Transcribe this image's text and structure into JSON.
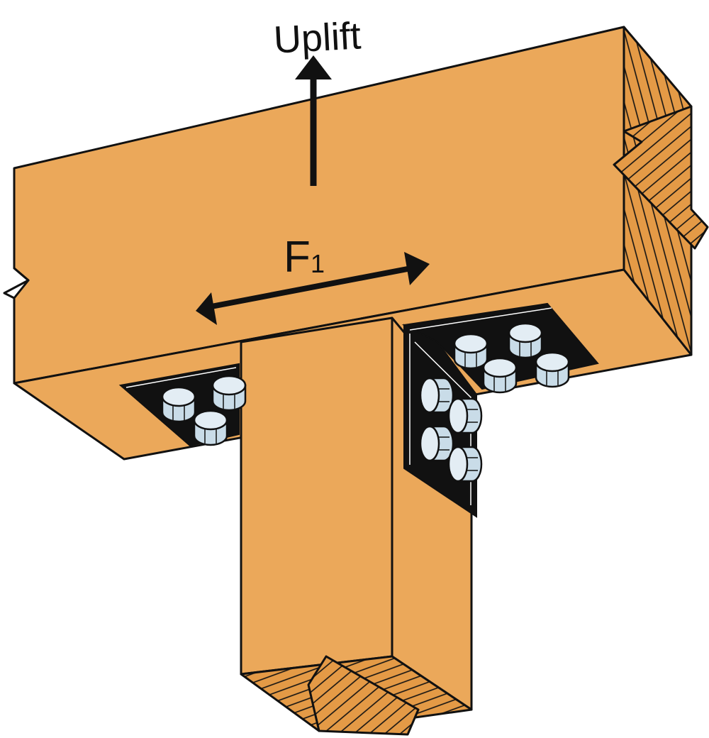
{
  "labels": {
    "uplift": "Uplift",
    "force_main": "F",
    "force_sub": "1"
  },
  "colors": {
    "wood_face": "#EBA85A",
    "wood_end": "#E49A46",
    "outline": "#111111",
    "steel_plate": "#111111",
    "bolt_fill": "#C9DCE8",
    "bolt_top": "#E3EDF4",
    "background": "#FFFFFF"
  },
  "icons": {
    "uplift_arrow": "arrow-up-icon",
    "lateral_force_arrow": "double-arrow-horizontal-icon"
  }
}
